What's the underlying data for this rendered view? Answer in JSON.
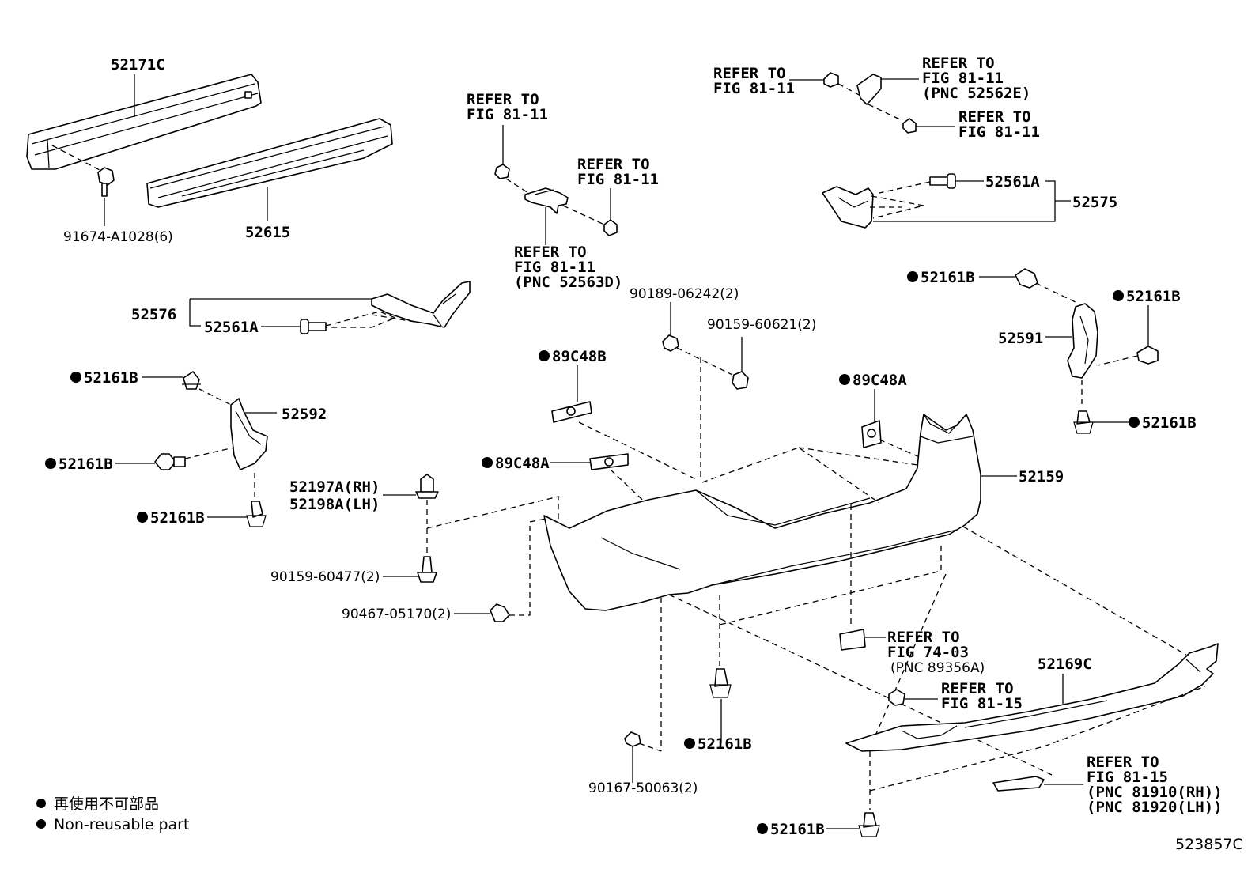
{
  "labels": {
    "p52171C": "52171C",
    "p91674": "91674-A1028(6)",
    "p52615": "52615",
    "p52576": "52576",
    "p52561A_left": "52561A",
    "p52161B_l1": "52161B",
    "p52592": "52592",
    "p52161B_l2": "52161B",
    "p52161B_l3": "52161B",
    "p52197A": "52197A(RH)",
    "p52198A": "52198A(LH)",
    "p90159_60477": "90159-60477(2)",
    "p90467": "90467-05170(2)",
    "ref_a_1": "REFER TO",
    "ref_a_2": "FIG 81-11",
    "ref_b_1": "REFER TO",
    "ref_b_2": "FIG 81-11",
    "ref_c_1": "REFER TO",
    "ref_c_2": "FIG 81-11",
    "ref_c_3": "(PNC 52563D)",
    "p89C48B": "89C48B",
    "p89C48A_mid": "89C48A",
    "p90189": "90189-06242(2)",
    "p90159_60621": "90159-60621(2)",
    "p89C48A_right": "89C48A",
    "ref_d_1": "REFER TO",
    "ref_d_2": "FIG 81-11",
    "ref_e_1": "REFER TO",
    "ref_e_2": "FIG 81-11",
    "ref_e_3": "(PNC 52562E)",
    "ref_f_1": "REFER TO",
    "ref_f_2": "FIG 81-11",
    "p52561A_right": "52561A",
    "p52575": "52575",
    "p52161B_r1": "52161B",
    "p52161B_r2": "52161B",
    "p52591": "52591",
    "p52161B_r3": "52161B",
    "p52159": "52159",
    "ref_g_1": "REFER TO",
    "ref_g_2": "FIG 74-03",
    "ref_g_3": "(PNC 89356A)",
    "p52169C": "52169C",
    "ref_h_1": "REFER TO",
    "ref_h_2": "FIG 81-15",
    "p52161B_c": "52161B",
    "p90167": "90167-50063(2)",
    "ref_i_1": "REFER TO",
    "ref_i_2": "FIG 81-15",
    "ref_i_3": "(PNC 81910(RH))",
    "ref_i_4": "(PNC 81920(LH))",
    "p52161B_b": "52161B"
  },
  "legend": {
    "line_jp": "再使用不可部品",
    "line_en": "Non-reusable part"
  },
  "diagram_code": "523857C"
}
